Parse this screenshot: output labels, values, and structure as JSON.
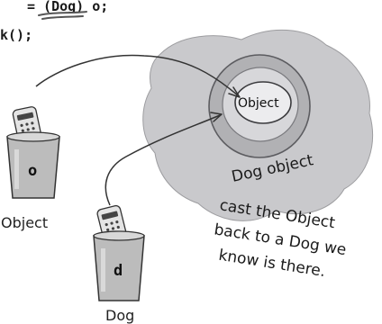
{
  "code": {
    "line1": "= (Dog) o;",
    "line2": "k();"
  },
  "heap_object": {
    "inner_label": "Object",
    "outer_label": "Dog object"
  },
  "references": [
    {
      "letter": "o",
      "caption": "Object"
    },
    {
      "letter": "d",
      "caption": "Dog"
    }
  ],
  "note": {
    "lines": [
      "cast the Object",
      "back to a Dog we",
      "know is there."
    ]
  },
  "colors": {
    "heap_gray": "#c9c9cc",
    "ring_outer": "#b1b1b4",
    "ring_mid": "#d7d7da",
    "ring_inner": "#ececee",
    "cup_gray": "#bcbcbc",
    "ink": "#222222"
  }
}
